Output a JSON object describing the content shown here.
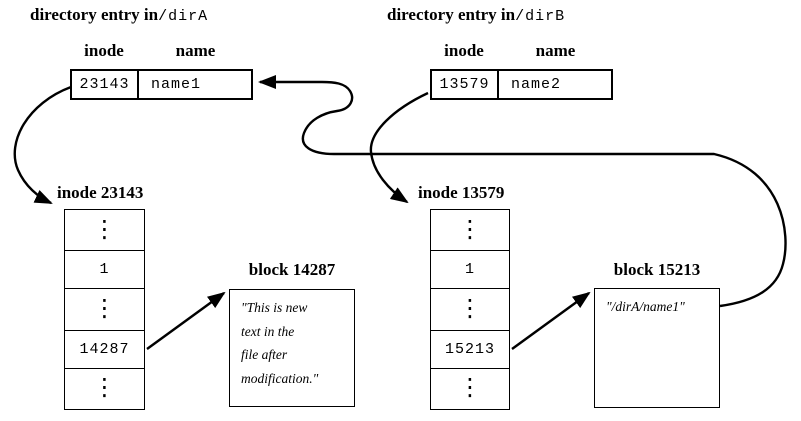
{
  "colors": {
    "ink": "#000000",
    "paper": "#ffffff"
  },
  "dirA": {
    "title_prefix": "directory entry in",
    "title_path": "/dirA",
    "header_inode": "inode",
    "header_name": "name",
    "inode": "23143",
    "name": "name1"
  },
  "dirB": {
    "title_prefix": "directory entry in",
    "title_path": "/dirB",
    "header_inode": "inode",
    "header_name": "name",
    "inode": "13579",
    "name": "name2"
  },
  "inodeA": {
    "label": "inode 23143",
    "rows": [
      "⋮",
      "1",
      "⋮",
      "14287",
      "⋮"
    ]
  },
  "inodeB": {
    "label": "inode 13579",
    "rows": [
      "⋮",
      "1",
      "⋮",
      "15213",
      "⋮"
    ]
  },
  "blockA": {
    "label": "block 14287",
    "lines": [
      "\"This is new",
      "text in the",
      "file after",
      "modification.\""
    ]
  },
  "blockB": {
    "label": "block 15213",
    "lines": [
      "\"/dirA/name1\""
    ]
  }
}
